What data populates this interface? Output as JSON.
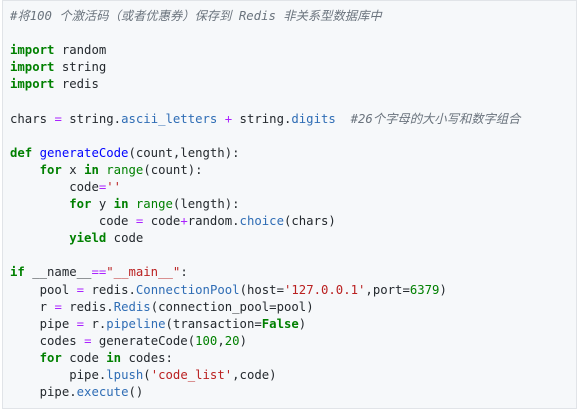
{
  "code": {
    "line01": "#将100 个激活码（或者优惠券）保存到 Redis 非关系型数据库中",
    "kw_import": "import",
    "mod_random": "random",
    "mod_string": "string",
    "mod_redis": "redis",
    "chars": "chars",
    "eq": "=",
    "string_obj": "string",
    "dot": ".",
    "ascii_letters": "ascii_letters",
    "plus": "+",
    "digits": "digits",
    "comment_chars": "#26个字母的大小写和数字组合",
    "kw_def": "def",
    "fn_name": "generateCode",
    "params": "(count,length):",
    "kw_for": "for",
    "var_x": "x",
    "kw_in": "in",
    "fn_range": "range",
    "range_count": "(count):",
    "code_init": "code",
    "empty_str": "''",
    "var_y": "y",
    "range_length": "(length):",
    "code_assign_lhs": "code",
    "code_assign_rhs": "code",
    "random_obj": "random",
    "choice": "choice",
    "choice_args": "(chars)",
    "kw_yield": "yield",
    "yield_code": "code",
    "kw_if": "if",
    "dunder_name": "__name__",
    "eqeq": "==",
    "main_str": "\"__main__\"",
    "colon": ":",
    "pool": "pool",
    "redis_obj": "redis",
    "connection_pool": "ConnectionPool",
    "host_kw": "(host=",
    "host_val": "'127.0.0.1'",
    "port_kw": ",port=",
    "port_val": "6379",
    "close_paren": ")",
    "r_var": "r",
    "redis_cls": "Redis",
    "redis_args": "(connection_pool=pool)",
    "pipe": "pipe",
    "r_obj": "r",
    "pipeline": "pipeline",
    "transaction_kw": "(transaction=",
    "false_kw": "False",
    "codes": "codes",
    "gen_call": "generateCode(",
    "num_100": "100",
    "comma": ",",
    "num_20": "20",
    "code_var": "code",
    "codes_iter": "codes:",
    "pipe_obj": "pipe",
    "lpush": "lpush",
    "lpush_open": "(",
    "code_list_str": "'code_list'",
    "lpush_rest": ",code)",
    "execute": "execute",
    "call_empty": "()"
  }
}
